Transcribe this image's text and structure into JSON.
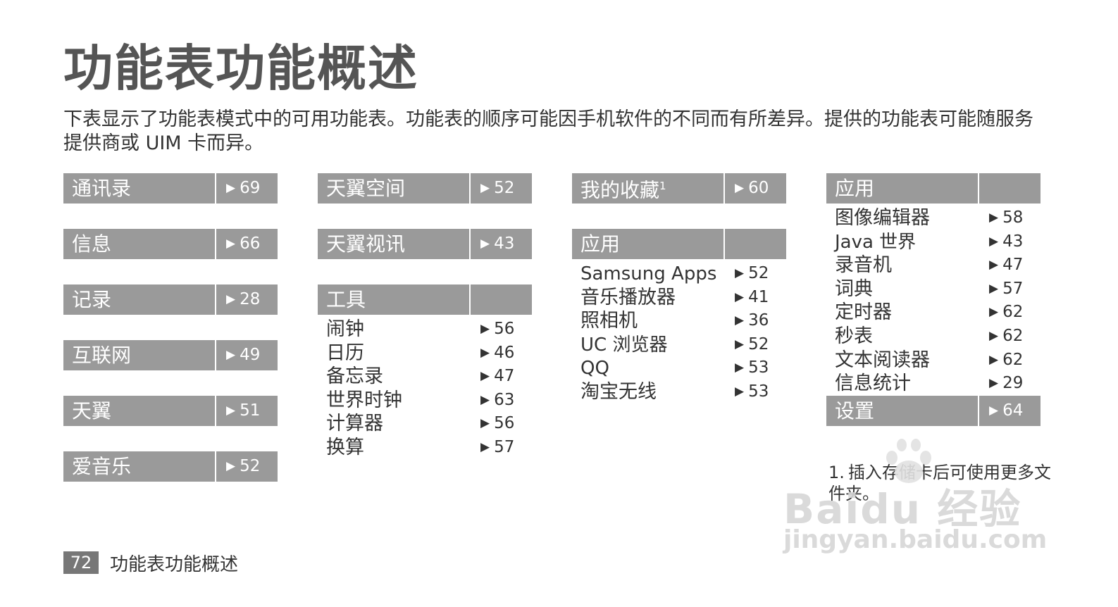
{
  "title": "功能表功能概述",
  "intro": "下表显示了功能表模式中的可用功能表。功能表的顺序可能因手机软件的不同而有所差异。提供的功能表可能随服务提供商或 UIM 卡而异。",
  "arrow": "▶",
  "columns": [
    {
      "blocks": [
        {
          "name": "通讯录",
          "page": "69"
        },
        {
          "name": "信息",
          "page": "66"
        },
        {
          "name": "记录",
          "page": "28"
        },
        {
          "name": "互联网",
          "page": "49"
        },
        {
          "name": "天翼",
          "page": "51"
        },
        {
          "name": "爱音乐",
          "page": "52"
        }
      ]
    },
    {
      "blocks": [
        {
          "name": "天翼空间",
          "page": "52"
        },
        {
          "name": "天翼视讯",
          "page": "43"
        },
        {
          "name": "工具",
          "page": "",
          "items": [
            {
              "label": "闹钟",
              "page": "56"
            },
            {
              "label": "日历",
              "page": "46"
            },
            {
              "label": "备忘录",
              "page": "47"
            },
            {
              "label": "世界时钟",
              "page": "63"
            },
            {
              "label": "计算器",
              "page": "56"
            },
            {
              "label": "换算",
              "page": "57"
            }
          ]
        }
      ]
    },
    {
      "blocks": [
        {
          "name": "我的收藏",
          "sup": "1",
          "page": "60"
        },
        {
          "name": "应用",
          "page": "",
          "items": [
            {
              "label": "Samsung Apps",
              "page": "52"
            },
            {
              "label": "音乐播放器",
              "page": "41"
            },
            {
              "label": "照相机",
              "page": "36"
            },
            {
              "label": "UC 浏览器",
              "page": "52"
            },
            {
              "label": "QQ",
              "page": "53"
            },
            {
              "label": "淘宝无线",
              "page": "53"
            }
          ]
        }
      ]
    },
    {
      "blocks": [
        {
          "name": "应用",
          "page": "",
          "items": [
            {
              "label": "图像编辑器",
              "page": "58"
            },
            {
              "label": "Java 世界",
              "page": "43"
            },
            {
              "label": "录音机",
              "page": "47"
            },
            {
              "label": "词典",
              "page": "57"
            },
            {
              "label": "定时器",
              "page": "62"
            },
            {
              "label": "秒表",
              "page": "62"
            },
            {
              "label": "文本阅读器",
              "page": "62"
            },
            {
              "label": "信息统计",
              "page": "29"
            }
          ]
        },
        {
          "name": "设置",
          "page": "64"
        }
      ]
    }
  ],
  "footnote": {
    "number": "1.",
    "text": "插入存储卡后可使用更多文件夹。"
  },
  "footer": {
    "page_number": "72",
    "title": "功能表功能概述"
  },
  "watermark": {
    "logo": "Baidu 经验",
    "url": "jingyan.baidu.com"
  },
  "colors": {
    "bar": "#9a9a9a",
    "bar_text": "#ffffff",
    "title": "#555555",
    "body_text": "#333333",
    "page_box": "#777777",
    "watermark": "#d6d6d6"
  }
}
